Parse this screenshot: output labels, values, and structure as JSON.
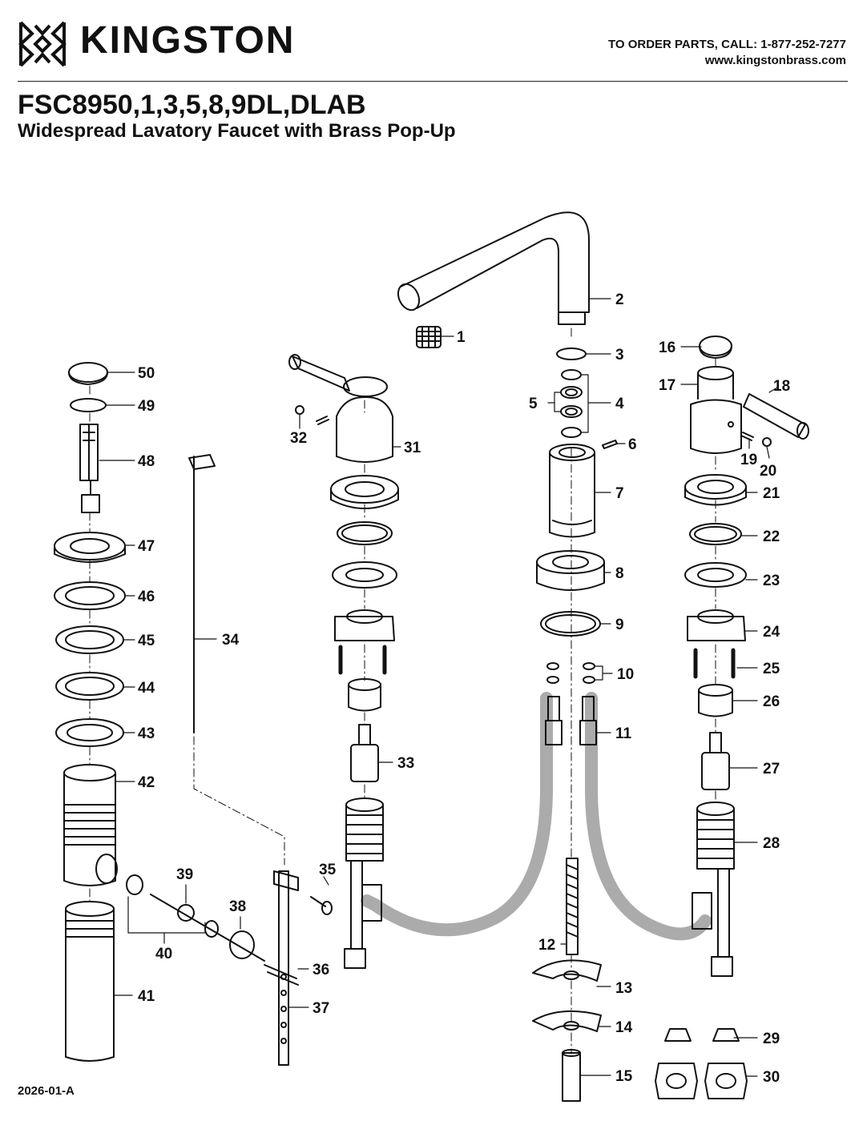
{
  "header": {
    "brand": "KINGSTON",
    "order_line": "TO ORDER PARTS, CALL: 1-877-252-7277",
    "website": "www.kingstonbrass.com"
  },
  "title": {
    "model": "FSC8950,1,3,5,8,9DL,DLAB",
    "subtitle": "Widespread Lavatory Faucet with Brass Pop-Up"
  },
  "footer": {
    "code": "2026-01-A"
  },
  "callouts": [
    "1",
    "2",
    "3",
    "4",
    "5",
    "6",
    "7",
    "8",
    "9",
    "10",
    "11",
    "12",
    "13",
    "14",
    "15",
    "16",
    "17",
    "18",
    "19",
    "20",
    "21",
    "22",
    "23",
    "24",
    "25",
    "26",
    "27",
    "28",
    "29",
    "30",
    "31",
    "32",
    "33",
    "34",
    "35",
    "36",
    "37",
    "38",
    "39",
    "40",
    "41",
    "42",
    "43",
    "44",
    "45",
    "46",
    "47",
    "48",
    "49",
    "50"
  ],
  "colors": {
    "ink": "#111111",
    "paper": "#ffffff"
  }
}
